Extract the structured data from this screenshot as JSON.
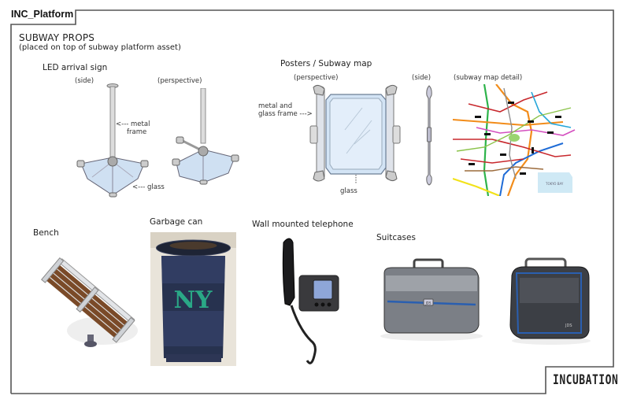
{
  "page": {
    "tab_title": "INC_Platform",
    "heading": "SUBWAY PROPS",
    "subheading": "(placed on top of subway platform asset)",
    "logo_text": "INCUBATION"
  },
  "led_sign": {
    "title": "LED arrival sign",
    "view_side": "(side)",
    "view_perspective": "(perspective)",
    "note_frame": "<--- metal frame",
    "note_frame_line1": "<--- metal",
    "note_frame_line2": "frame",
    "note_glass": "<--- glass"
  },
  "posters": {
    "title": "Posters / Subway map",
    "view_perspective": "(perspective)",
    "view_side": "(side)",
    "view_map": "(subway map detail)",
    "note_frame_line1": "metal and",
    "note_frame_line2": "glass frame --->",
    "note_glass": "glass",
    "map_inset_text": "TOKYO BAY"
  },
  "bench": {
    "title": "Bench"
  },
  "garbage_can": {
    "title": "Garbage can",
    "logo": "NY"
  },
  "telephone": {
    "title": "Wall mounted telephone"
  },
  "suitcases": {
    "title": "Suitcases",
    "badge": "JDS"
  },
  "colors": {
    "frame": "#555555",
    "glass": "#cfe0f2",
    "can": "#27324f",
    "ny_logo": "#2aa886",
    "wood": "#7a4a28",
    "suitcase_accent": "#2a5fb0"
  }
}
